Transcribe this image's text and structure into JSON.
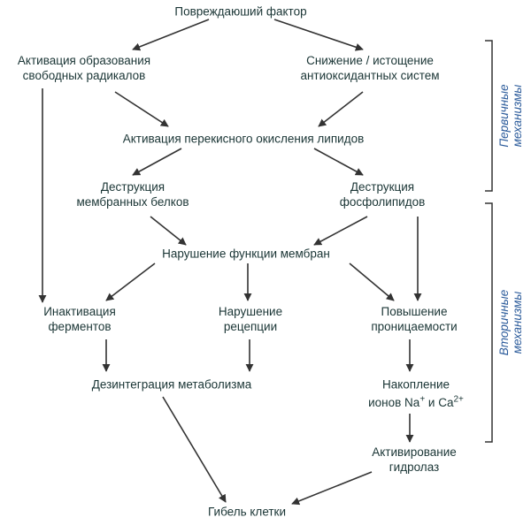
{
  "nodes": {
    "damaging_factor": "Повреждаюший фактор",
    "radicals": [
      "Активация образования",
      "свободных радикалов"
    ],
    "antioxidant": [
      "Снижение / истощение",
      "антиоксидантных систем"
    ],
    "lipid_peroxidation": "Активация перекисного окисления липидов",
    "protein_destruction": [
      "Деструкция",
      "мембранных белков"
    ],
    "phospholipid_destruction": [
      "Деструкция",
      "фосфолипидов"
    ],
    "membrane_dysfunction": "Нарушение функции мембран",
    "enzyme_inactivation": [
      "Инактивация",
      "ферментов"
    ],
    "reception_disorder": [
      "Нарушение",
      "рецепции"
    ],
    "permeability_increase": [
      "Повышение",
      "проницаемости"
    ],
    "metabolism_disintegration": "Дезинтеграция метаболизма",
    "ion_accumulation_line1": "Накопление",
    "ion_accumulation_line2_prefix": "ионов Na",
    "ion_na_superscript": "+",
    "ion_accumulation_line2_mid": " и Ca",
    "ion_ca_superscript": "2+",
    "hydrolase_activation": [
      "Активирование",
      "гидролаз"
    ],
    "cell_death": "Гибель клетки"
  },
  "side_labels": {
    "primary": [
      "Первичные",
      "механизмы"
    ],
    "secondary": [
      "Вторичные",
      "механизмы"
    ]
  },
  "colors": {
    "text": "#1a3535",
    "arrow": "#333333",
    "side_label": "#2a5a9a",
    "bracket": "#333333"
  }
}
